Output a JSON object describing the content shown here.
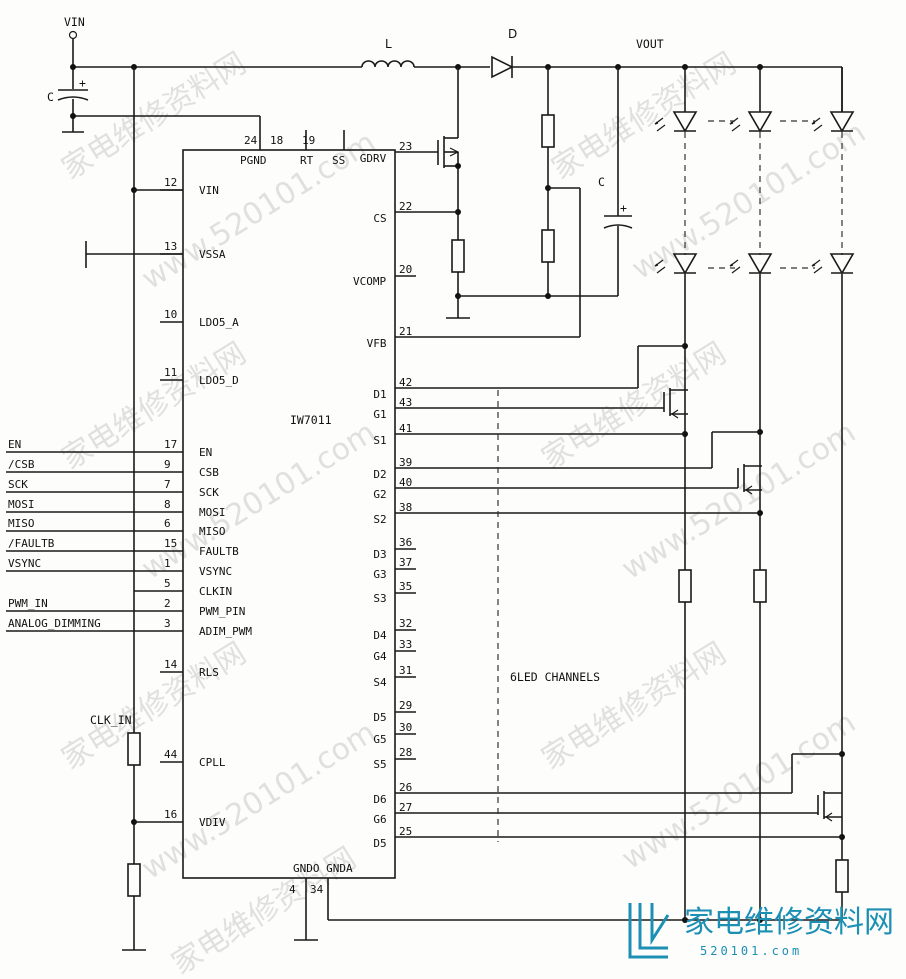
{
  "labels": {
    "vin": "VIN",
    "c_in": "C",
    "inductor": "L",
    "diode": "D",
    "vout": "VOUT",
    "c_out": "C",
    "chip": "IW7011",
    "channels": "6LED CHANNELS",
    "clk_in": "CLK_IN",
    "plus": "+"
  },
  "pins_top": [
    {
      "num": "24",
      "name": "PGND"
    },
    {
      "num": "18",
      "name": "RT"
    },
    {
      "num": "19",
      "name": "SS"
    }
  ],
  "pins_left": [
    {
      "num": "12",
      "name": "VIN"
    },
    {
      "num": "13",
      "name": "VSSA"
    },
    {
      "num": "10",
      "name": "LDO5_A"
    },
    {
      "num": "11",
      "name": "LDO5_D"
    },
    {
      "num": "17",
      "name": "EN"
    },
    {
      "num": "9",
      "name": "CSB"
    },
    {
      "num": "7",
      "name": "SCK"
    },
    {
      "num": "8",
      "name": "MOSI"
    },
    {
      "num": "6",
      "name": "MISO"
    },
    {
      "num": "15",
      "name": "FAULTB"
    },
    {
      "num": "1",
      "name": "VSYNC"
    },
    {
      "num": "5",
      "name": "CLKIN"
    },
    {
      "num": "2",
      "name": "PWM_PIN"
    },
    {
      "num": "3",
      "name": "ADIM_PWM"
    },
    {
      "num": "14",
      "name": "RLS"
    },
    {
      "num": "44",
      "name": "CPLL"
    },
    {
      "num": "16",
      "name": "VDIV"
    }
  ],
  "pins_right": [
    {
      "num": "23",
      "name": "GDRV"
    },
    {
      "num": "22",
      "name": "CS"
    },
    {
      "num": "20",
      "name": "VCOMP"
    },
    {
      "num": "21",
      "name": "VFB"
    },
    {
      "num": "42",
      "name": "D1"
    },
    {
      "num": "43",
      "name": "G1"
    },
    {
      "num": "41",
      "name": "S1"
    },
    {
      "num": "39",
      "name": "D2"
    },
    {
      "num": "40",
      "name": "G2"
    },
    {
      "num": "38",
      "name": "S2"
    },
    {
      "num": "36",
      "name": "D3"
    },
    {
      "num": "37",
      "name": "G3"
    },
    {
      "num": "35",
      "name": "S3"
    },
    {
      "num": "32",
      "name": "D4"
    },
    {
      "num": "33",
      "name": "G4"
    },
    {
      "num": "31",
      "name": "S4"
    },
    {
      "num": "29",
      "name": "D5"
    },
    {
      "num": "30",
      "name": "G5"
    },
    {
      "num": "28",
      "name": "S5"
    },
    {
      "num": "26",
      "name": "D6"
    },
    {
      "num": "27",
      "name": "G6"
    },
    {
      "num": "25",
      "name": "D5"
    }
  ],
  "pins_bottom": [
    {
      "num": "4",
      "name": "GNDO"
    },
    {
      "num": "34",
      "name": "GNDA"
    }
  ],
  "signals": [
    "EN",
    "/CSB",
    "SCK",
    "MOSI",
    "MISO",
    "/FAULTB",
    "VSYNC",
    "PWM_IN",
    "ANALOG_DIMMING"
  ],
  "watermark": {
    "cn": "家电维修资料网",
    "url": "www.520101.com",
    "short": "520101.com"
  },
  "logo": {
    "cn": "家电维修资料网",
    "url": "520101.com"
  }
}
